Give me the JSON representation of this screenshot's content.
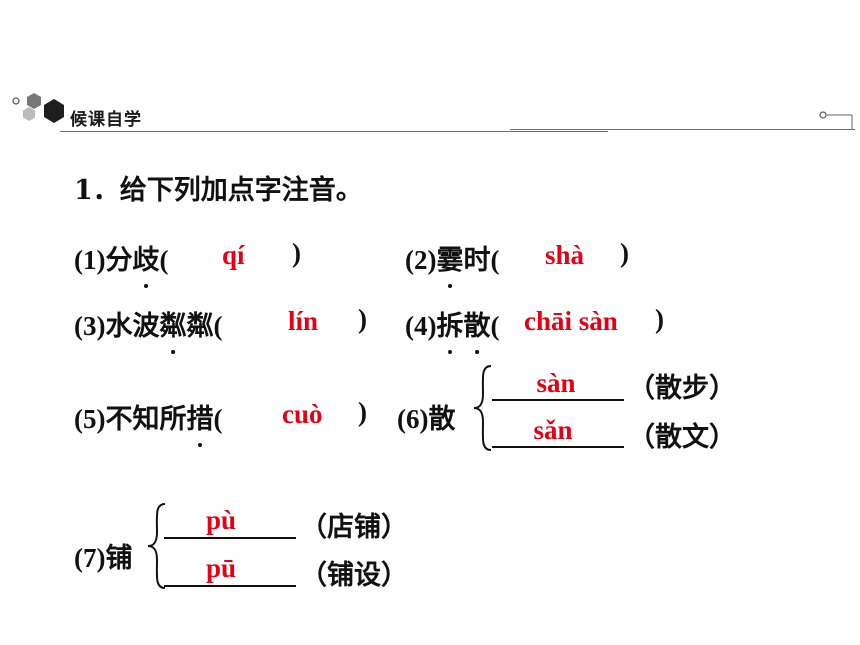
{
  "header": {
    "title": "候课自学"
  },
  "question": {
    "title": "1．给下列加点字注音。"
  },
  "items": [
    {
      "label": "(1)",
      "word": [
        "分",
        "歧"
      ],
      "dot": 1,
      "answer": "qí"
    },
    {
      "label": "(2)",
      "word": [
        "霎",
        "时"
      ],
      "dot": 0,
      "answer": "shà"
    },
    {
      "label": "(3)",
      "word": [
        "水",
        "波",
        "粼",
        "粼"
      ],
      "dot": 2,
      "answer": "lín"
    },
    {
      "label": "(4)",
      "word": [
        "拆",
        "散"
      ],
      "dot": [
        0,
        1
      ],
      "answer": "chāi sàn"
    },
    {
      "label": "(5)",
      "word": [
        "不",
        "知",
        "所",
        "措"
      ],
      "dot": 3,
      "answer": "cuò"
    }
  ],
  "item6": {
    "label": "(6)",
    "char": "散",
    "senses": [
      {
        "answer": "sàn",
        "example": "（散步）"
      },
      {
        "answer": "sǎn",
        "example": "（散文）"
      }
    ]
  },
  "item7": {
    "label": "(7)",
    "char": "铺",
    "senses": [
      {
        "answer": "pù",
        "example": "（店铺）"
      },
      {
        "answer": "pū",
        "example": "（铺设）"
      }
    ]
  },
  "colors": {
    "answer": "#e60012",
    "text": "#111111",
    "header_icon": "#1a1a1a"
  }
}
